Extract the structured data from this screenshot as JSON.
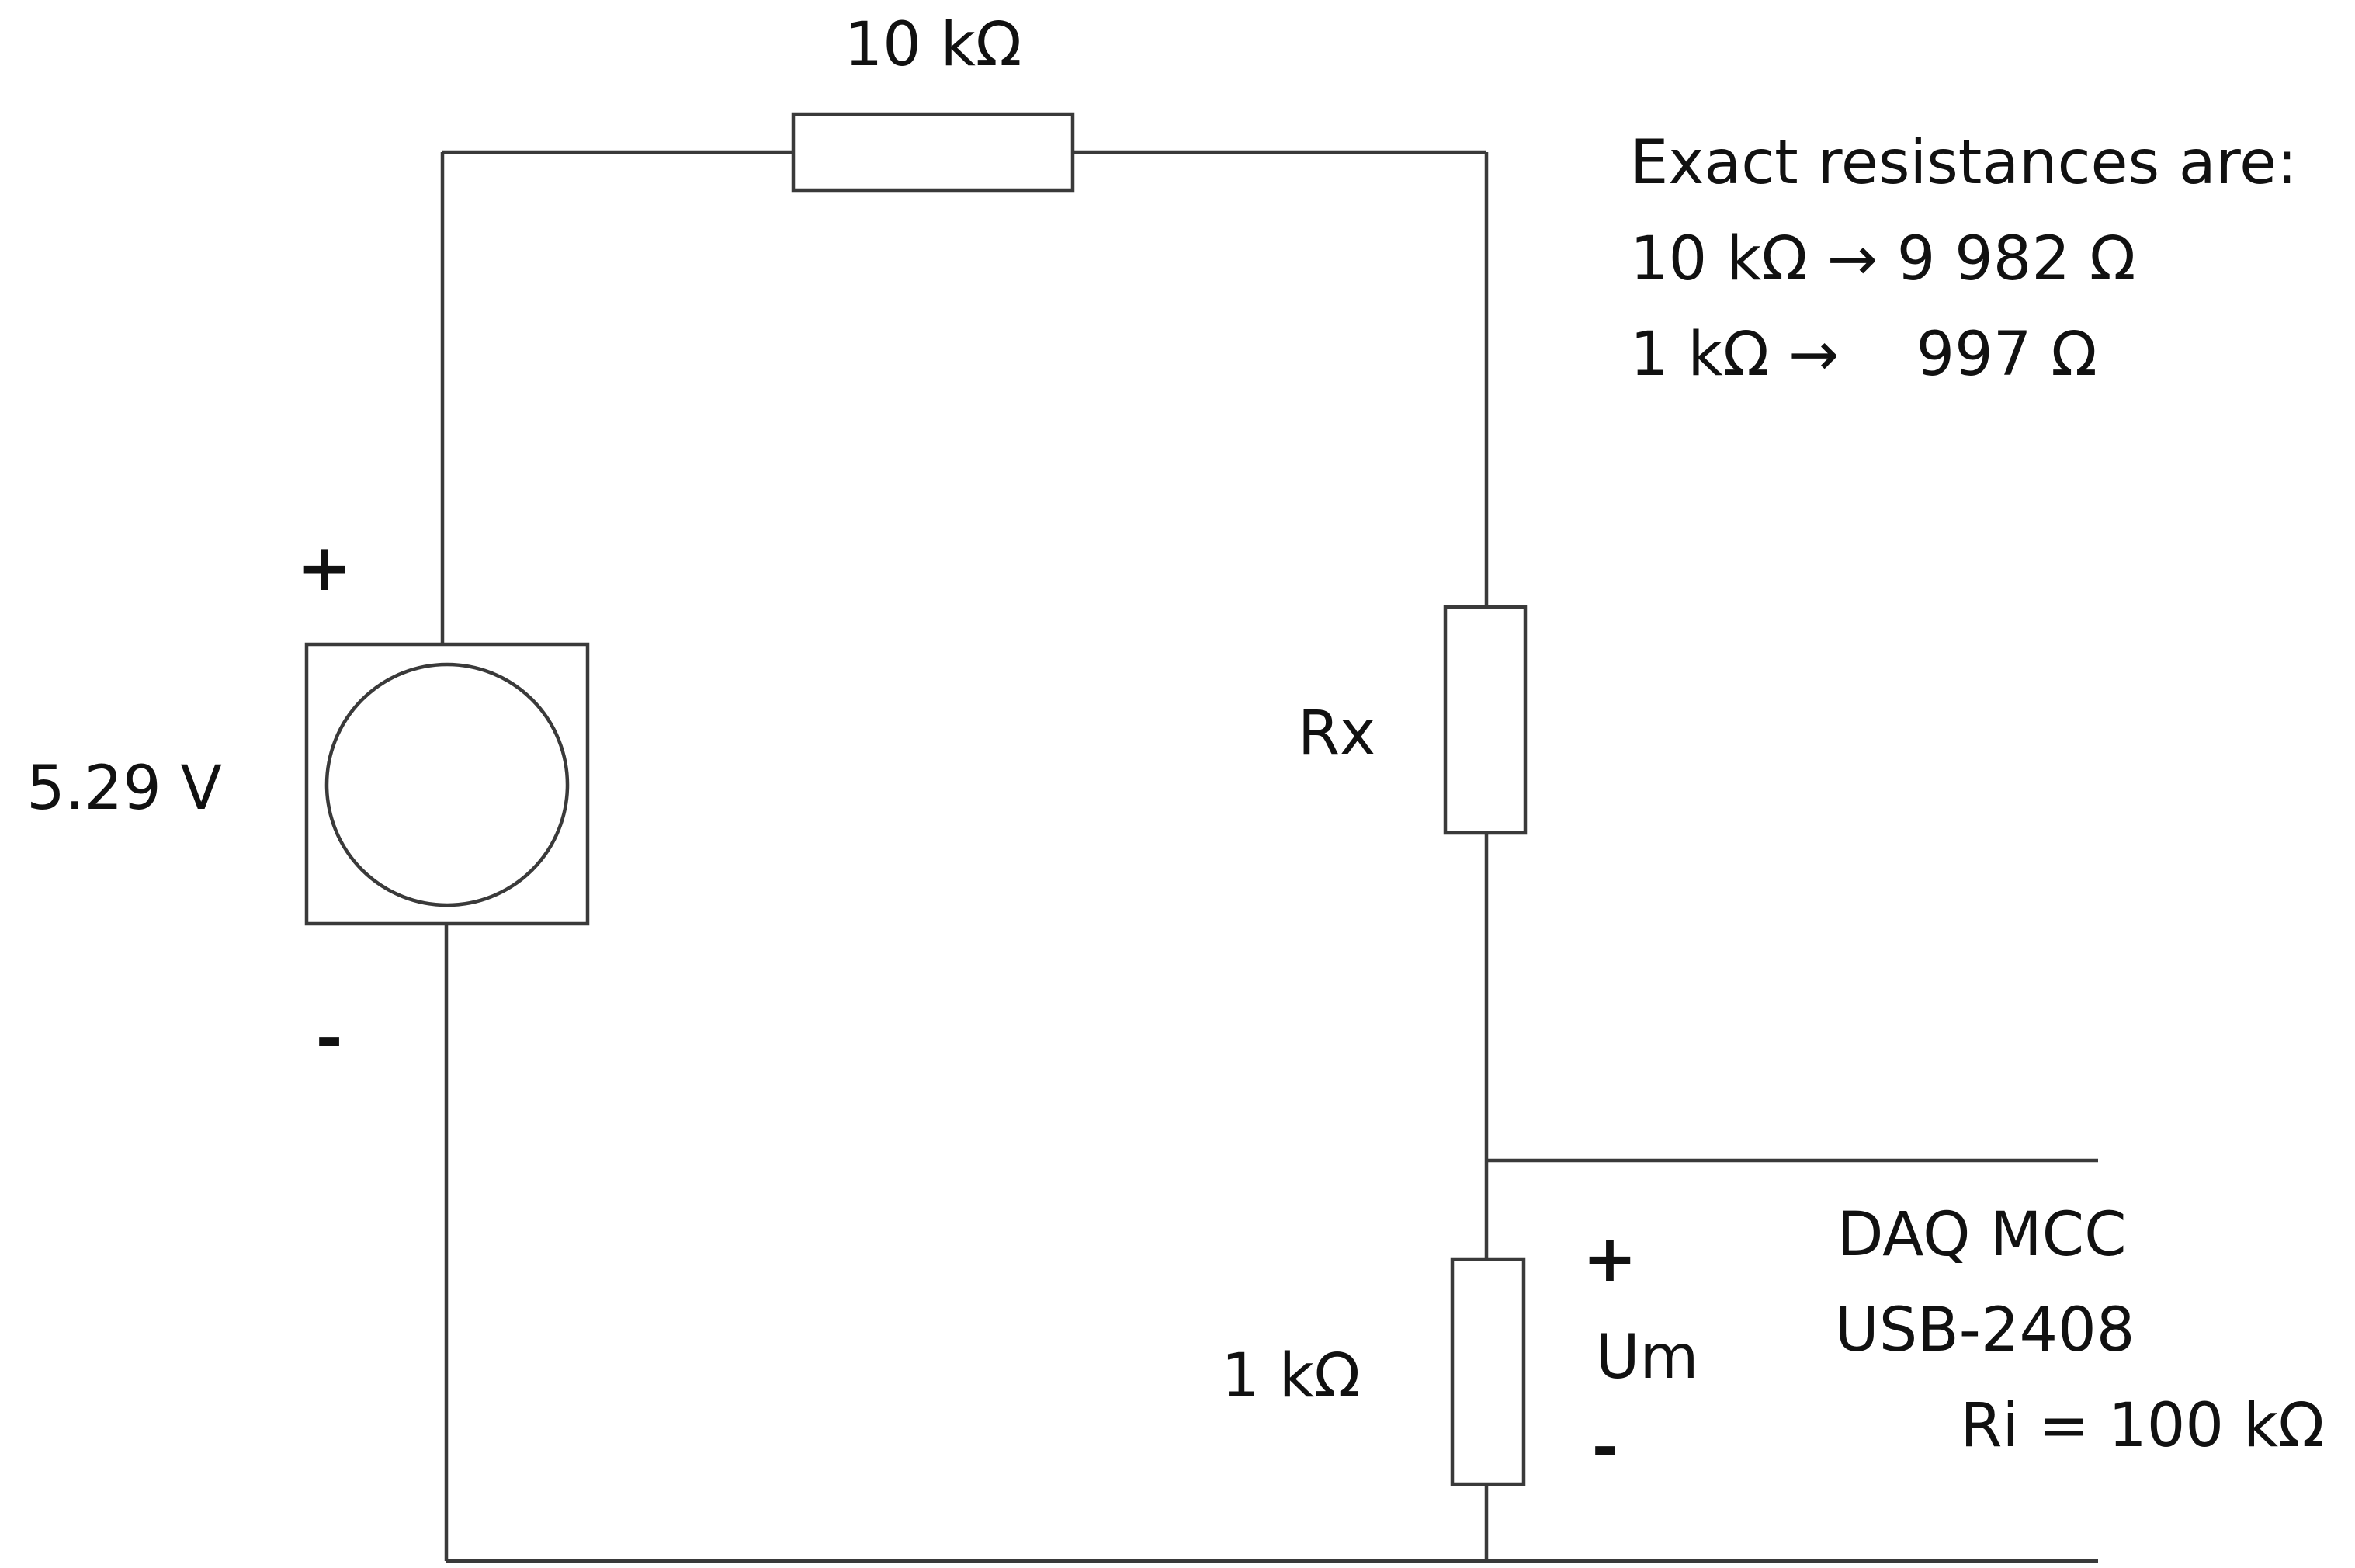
{
  "diagram": {
    "resistor_top_label": "10 kΩ",
    "resistor_rx_label": "Rx",
    "resistor_bottom_label": "1 kΩ",
    "source_voltage": "5.29 V",
    "source_plus": "+",
    "source_minus": "-",
    "measure_plus": "+",
    "measure_label": "Um",
    "measure_minus": "-",
    "note": {
      "heading": "Exact resistances are:",
      "line1": "10 kΩ → 9 982 Ω",
      "line2": "1 kΩ →    997 Ω"
    },
    "daq": {
      "line1": "DAQ MCC",
      "line2": "USB-2408",
      "line3": "Ri = 100 kΩ"
    }
  }
}
